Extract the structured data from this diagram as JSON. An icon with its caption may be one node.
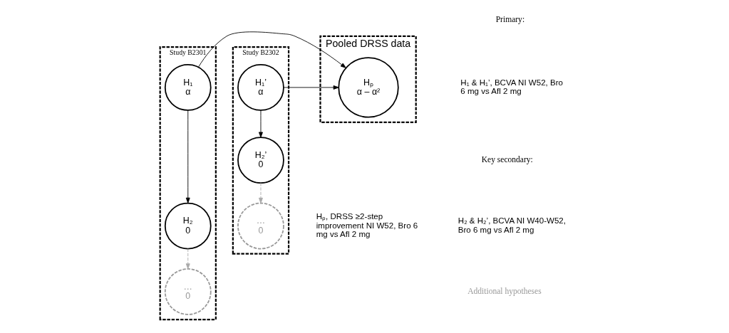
{
  "diagram": {
    "nodes": [
      {
        "text": [
          "Study B2301"
        ]
      },
      {
        "text": [
          "H₁",
          "α"
        ],
        "in": 0
      },
      {
        "text": [
          "H₂",
          "0"
        ],
        "in": 0
      },
      {
        "text": [
          "…",
          "0"
        ],
        "in": 0
      },
      {
        "text": [
          "Study B2302"
        ]
      },
      {
        "text": [
          "H₁’",
          "α"
        ],
        "in": 4
      },
      {
        "text": [
          "H₂’",
          "0"
        ],
        "in": 4
      },
      {
        "text": [
          "…",
          "0"
        ],
        "in": 4
      },
      {
        "text": [
          "Pooled DRSS data"
        ]
      },
      {
        "text": [
          "Hₚ",
          "α – α²"
        ],
        "in": 8
      }
    ],
    "edges": [
      {
        "from": 1,
        "to": 2,
        "arrow": "to"
      },
      {
        "from": 2,
        "to": 3,
        "arrow": "to",
        "style": "dashed",
        "color": "#aaaaaa"
      },
      {
        "from": 5,
        "to": 6,
        "arrow": "to"
      },
      {
        "from": 6,
        "to": 7,
        "arrow": "to",
        "style": "dashed",
        "color": "#aaaaaa"
      },
      {
        "from": 5,
        "to": 9,
        "arrow": "to"
      },
      {
        "from": 1,
        "to": 9,
        "arrow": "to"
      }
    ],
    "labels": [
      "Primary:",
      "H₁ & H₁’, BCVA NI W52, Bro 6 mg vs Afl 2 mg",
      "Key secondary:",
      "H₂ & H₂’, BCVA NI W40-W52, Bro 6 mg vs Afl 2 mg",
      "Additional hypotheses",
      "Hₚ, DRSS ≥2-step improvement NI W52, Bro 6 mg vs Afl 2 mg"
    ]
  }
}
